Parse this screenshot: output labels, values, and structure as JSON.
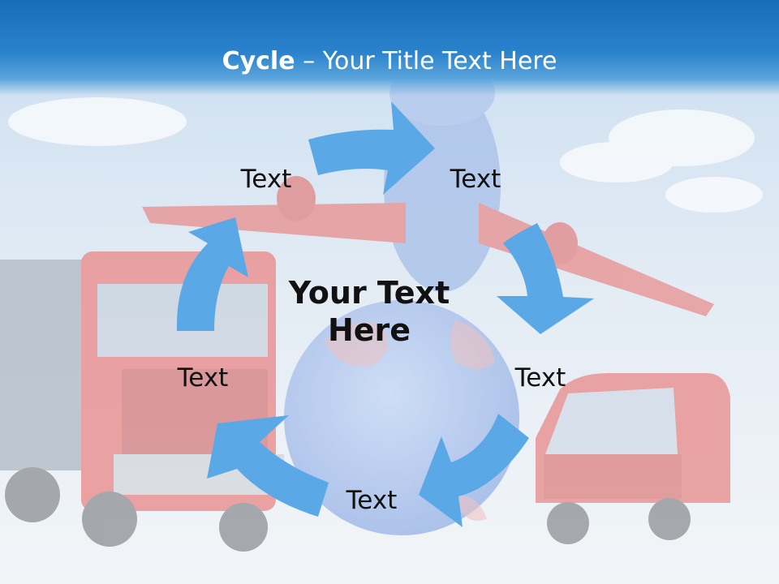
{
  "title": {
    "bold": "Cycle",
    "rest": " – Your Title Text Here"
  },
  "center": {
    "line1": "Your Text",
    "line2": "Here"
  },
  "nodes": [
    {
      "label": "Text"
    },
    {
      "label": "Text"
    },
    {
      "label": "Text"
    },
    {
      "label": "Text"
    },
    {
      "label": "Text"
    }
  ],
  "colors": {
    "title_bar": "#1a6db8",
    "arrow": "#5aa9e6",
    "vehicle_red": "#e05555",
    "globe": "#8fb2e8"
  },
  "icons": [
    "airplane-image",
    "truck-image",
    "van-image",
    "globe-image",
    "cycle-arrow-icon"
  ]
}
